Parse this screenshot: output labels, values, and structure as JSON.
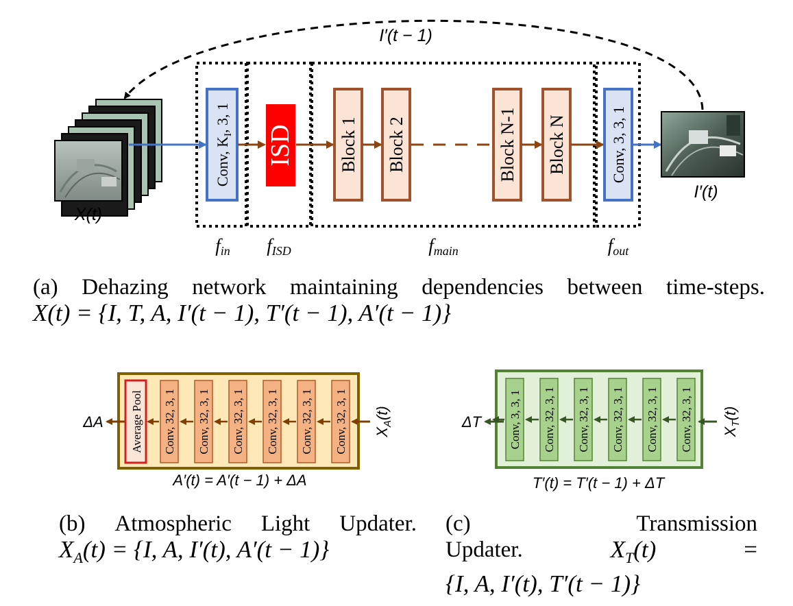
{
  "figure_a": {
    "feedback_label": "I′(t − 1)",
    "input_label": "X(t)",
    "output_label": "I′(t)",
    "blocks": {
      "conv_in": "Conv, K",
      "conv_in_sub": "I",
      "conv_in_rest": ", 3, 1",
      "isd": "ISD",
      "block1": "Block  1",
      "block2": "Block  2",
      "blockN1": "Block N-1",
      "blockN": "Block N",
      "conv_out": "Conv, 3, 3, 1"
    },
    "stages": {
      "f_in": {
        "base": "f",
        "sub": "in"
      },
      "f_isd": {
        "base": "f",
        "sub": "ISD"
      },
      "f_main": {
        "base": "f",
        "sub": "main"
      },
      "f_out": {
        "base": "f",
        "sub": "out"
      }
    },
    "caption_words": [
      "(a)",
      "Dehazing",
      "network",
      "maintaining",
      "dependencies",
      "between",
      "time-steps."
    ],
    "caption_math": "X(t) = {I, T, A, I′(t − 1), T′(t − 1), A′(t − 1)}"
  },
  "figure_b": {
    "pool_label": "Average Pool",
    "conv_labels": [
      "Conv, 32, 3, 1",
      "Conv, 32, 3, 1",
      "Conv, 32, 3, 1",
      "Conv, 32, 3, 1",
      "Conv, 32, 3, 1",
      "Conv, 32, 3, 1"
    ],
    "input_label": "X",
    "input_sub": "A",
    "input_rest": "(t)",
    "output_label": "ΔA",
    "equation": "A′(t) = A′(t − 1) + ΔA",
    "caption_words": [
      "(b)",
      "Atmospheric",
      "Light",
      "Updater."
    ],
    "caption_math": "X_A(t) = {I, A, I′(t), A′(t − 1)}",
    "caption_math_base": "X",
    "caption_math_sub": "A",
    "caption_math_rest": "(t) = {I, A, I′(t), A′(t − 1)}"
  },
  "figure_c": {
    "conv_labels": [
      "Conv, 3, 3, 1",
      "Conv, 32, 3, 1",
      "Conv, 32, 3, 1",
      "Conv, 32, 3, 1",
      "Conv, 32, 3, 1",
      "Conv, 32, 3, 1"
    ],
    "input_label": "X",
    "input_sub": "T",
    "input_rest": "(t)",
    "output_label": "ΔT",
    "equation": "T′(t) = T′(t − 1) + ΔT",
    "caption_line1": [
      "(c)",
      "Transmission"
    ],
    "caption_line2_word": "Updater.",
    "caption_line2_math_base": "X",
    "caption_line2_math_sub": "T",
    "caption_line2_math_rest": "(t)",
    "caption_line2_eq": "=",
    "caption_line3": "{I, A, I′(t), T′(t − 1)}"
  },
  "colors": {
    "blue_box": "#4472c4",
    "blue_fill": "#dae3f3",
    "brown_arrow": "#8b4513",
    "block_stroke": "#a0522d",
    "block_fill": "#fbe3d6",
    "isd_red": "#ff0000",
    "gold_frame": "#7f6000",
    "amber_fill": "#ffe8b8",
    "orange_conv": "#f4b183",
    "green_frame": "#548235",
    "green_fill": "#e2f0d9",
    "green_conv": "#a9d18e",
    "arrow_blue": "#4472c4"
  }
}
